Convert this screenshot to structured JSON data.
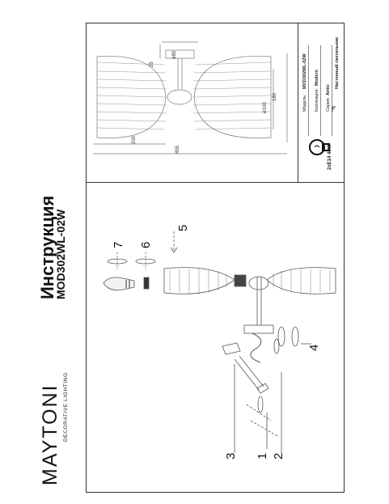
{
  "brand": {
    "name": "MAYTONI",
    "tagline": "DECORATIVE LIGHTING"
  },
  "document": {
    "title": "Инструкция",
    "model": "MOD302WL-02W"
  },
  "specs": {
    "model_label": "Модель:",
    "model_value": "MOD302WL-02W",
    "collection_label": "Коллекция:",
    "collection_value": "Modern",
    "series_label": "Серия:",
    "series_value": "Antic",
    "type_value": "Настенный светильник"
  },
  "bulb": {
    "label": "2xE14 40W"
  },
  "dimensions": {
    "d80": "ø80",
    "h25": "25",
    "h180": "180",
    "d100": "ø100",
    "w200": "200",
    "w455": "455"
  },
  "steps": [
    "1",
    "2",
    "3",
    "4",
    "5",
    "6",
    "7"
  ]
}
